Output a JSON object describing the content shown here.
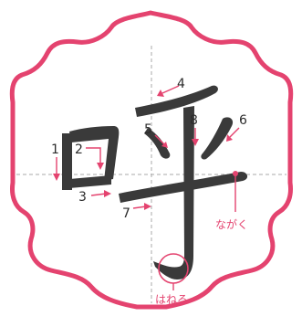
{
  "kanji": "呼",
  "colors": {
    "frame": "#e4436f",
    "ink": "#3a3a3a",
    "guide": "#aaaaaa",
    "annotation": "#e4436f"
  },
  "stroke_numbers": [
    "1",
    "2",
    "3",
    "4",
    "5",
    "6",
    "7",
    "8"
  ],
  "notes": {
    "long": "ながく",
    "hook": "はねる"
  }
}
